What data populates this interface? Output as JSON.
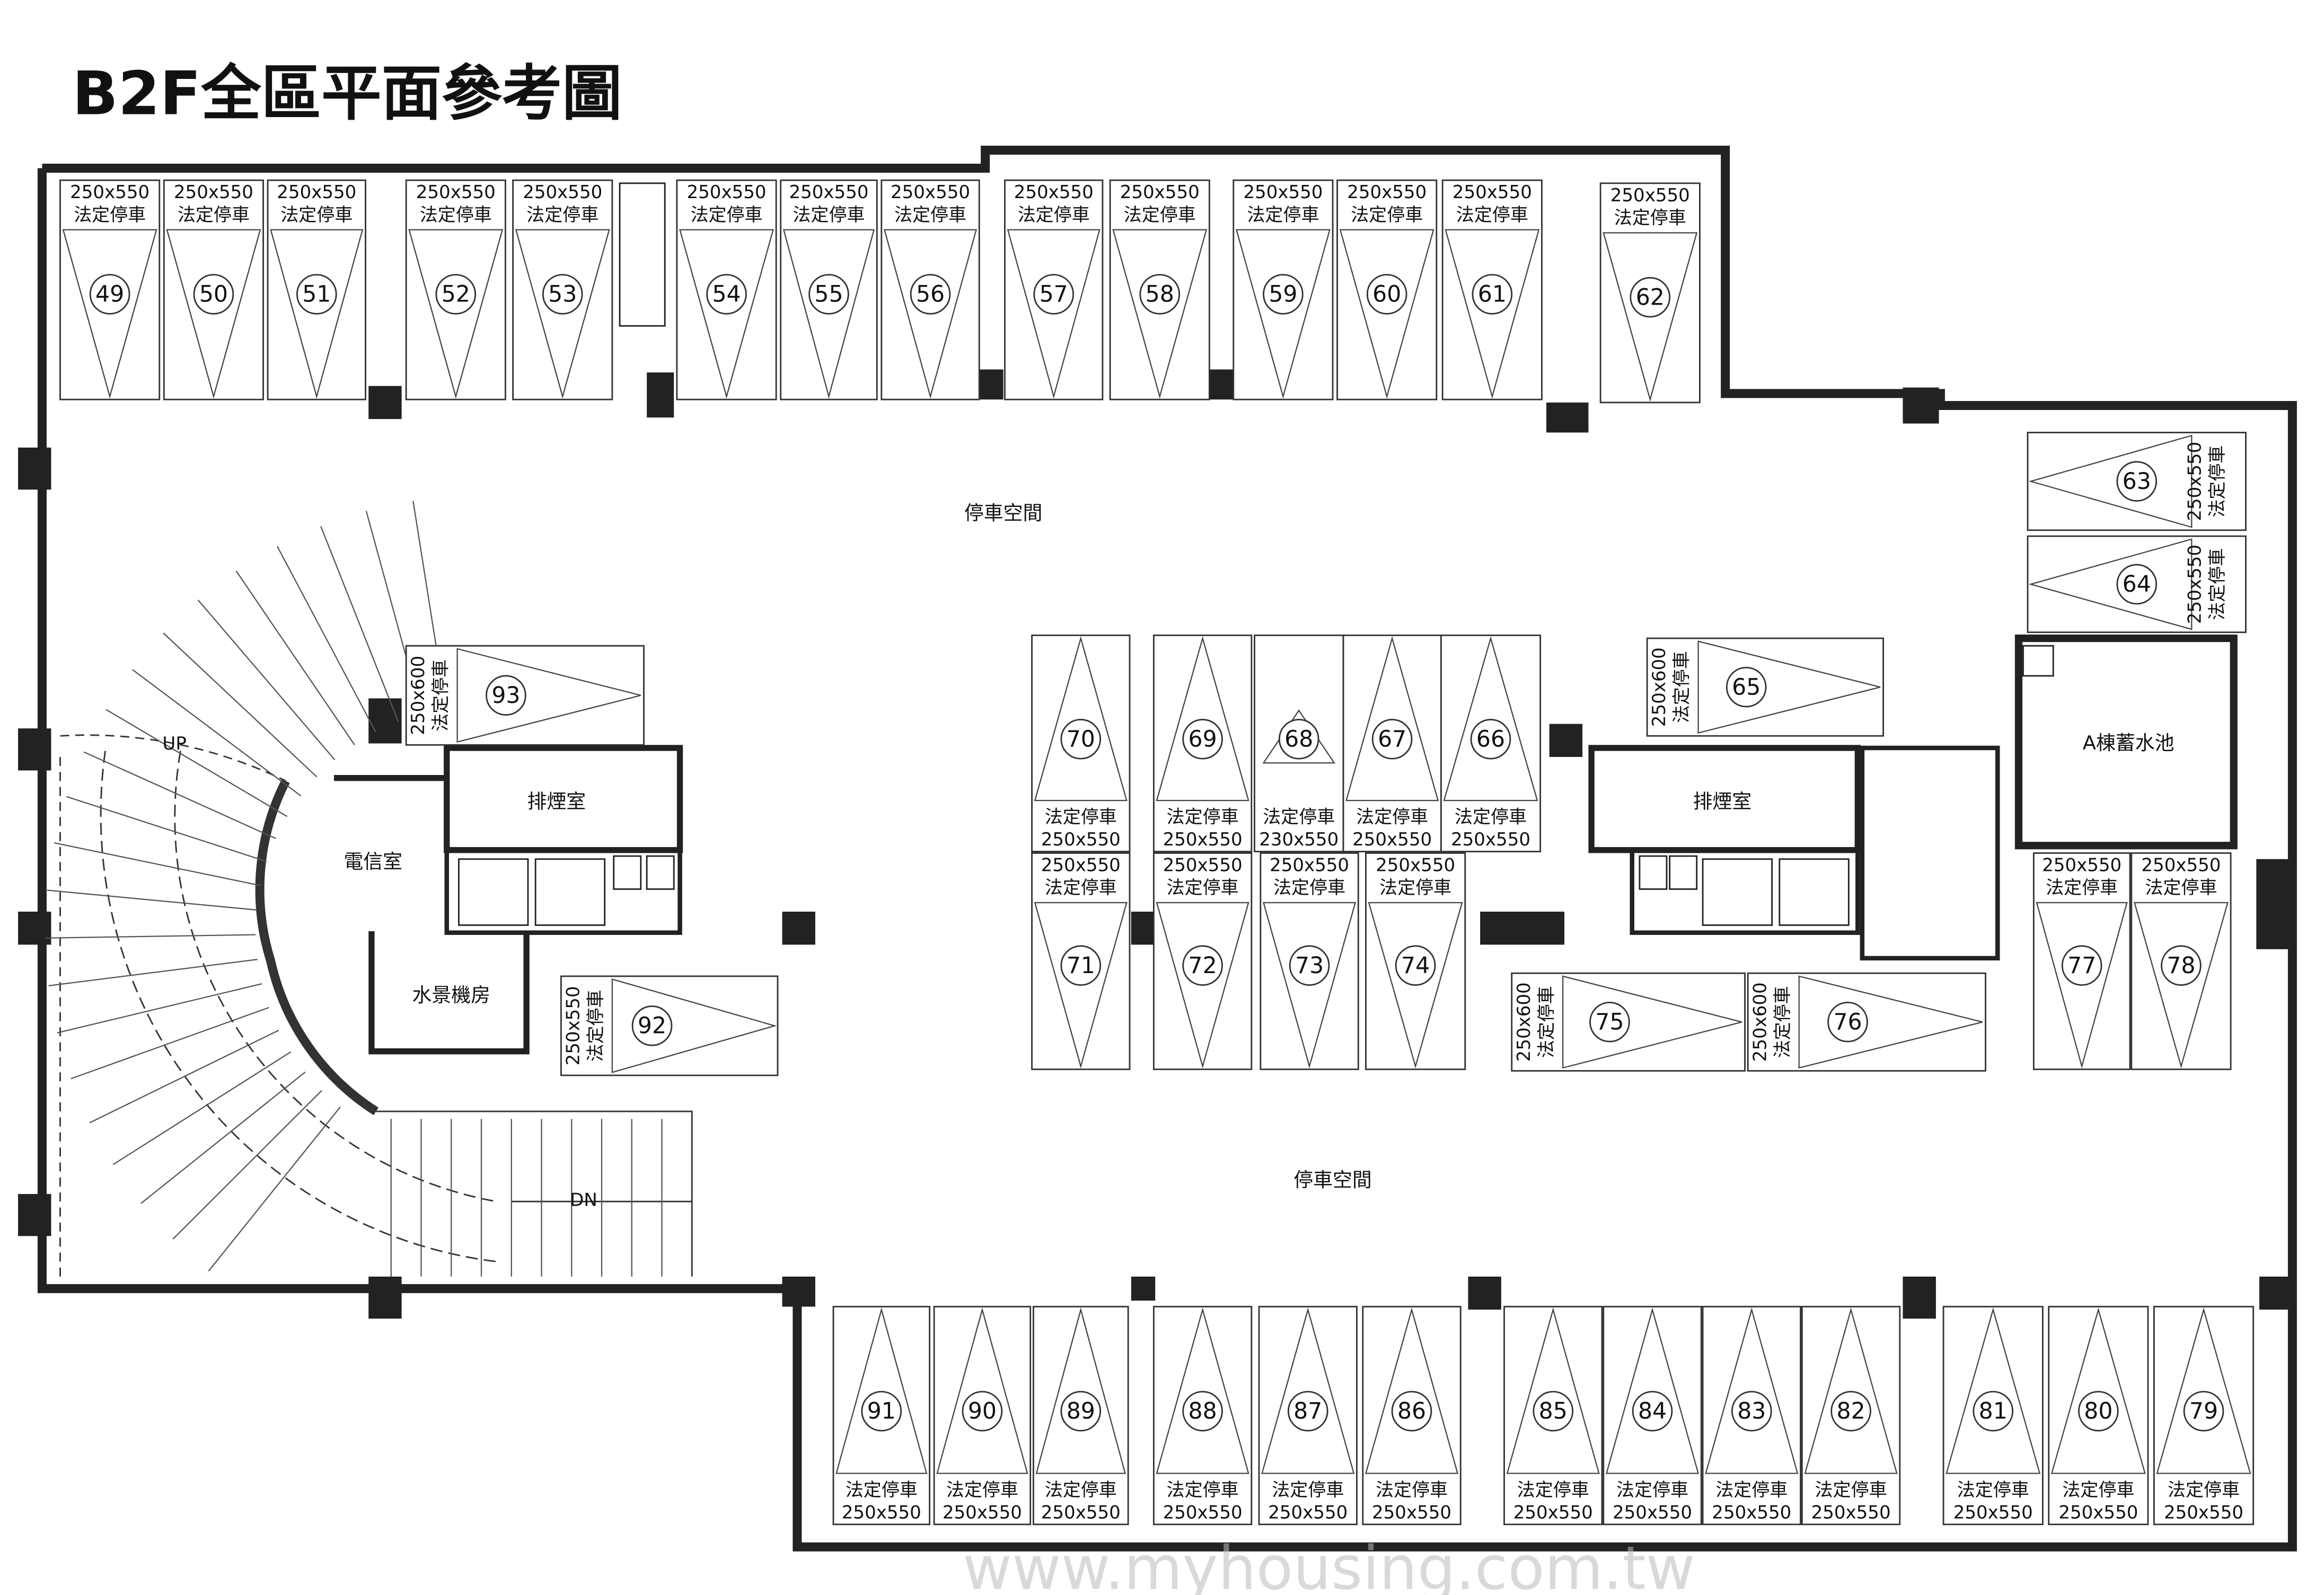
{
  "title": "B2F全區平面參考圖",
  "rooms": {
    "parking_space_top": "停車空間",
    "parking_space_bottom": "停車空間",
    "smoke_room_left": "排煙室",
    "smoke_room_right": "排煙室",
    "telecom_room": "電信室",
    "water_feature_room": "水景機房",
    "water_tank": "A棟蓄水池",
    "ramp_up": "UP",
    "ramp_down": "DN"
  },
  "watermark": "www.myhousing.com.tw",
  "spaces": [
    {
      "no": "49",
      "label": "法定停車",
      "size": "250x550"
    },
    {
      "no": "50",
      "label": "法定停車",
      "size": "250x550"
    },
    {
      "no": "51",
      "label": "法定停車",
      "size": "250x550"
    },
    {
      "no": "52",
      "label": "法定停車",
      "size": "250x550"
    },
    {
      "no": "53",
      "label": "法定停車",
      "size": "250x550"
    },
    {
      "no": "54",
      "label": "法定停車",
      "size": "250x550"
    },
    {
      "no": "55",
      "label": "法定停車",
      "size": "250x550"
    },
    {
      "no": "56",
      "label": "法定停車",
      "size": "250x550"
    },
    {
      "no": "57",
      "label": "法定停車",
      "size": "250x550"
    },
    {
      "no": "58",
      "label": "法定停車",
      "size": "250x550"
    },
    {
      "no": "59",
      "label": "法定停車",
      "size": "250x550"
    },
    {
      "no": "60",
      "label": "法定停車",
      "size": "250x550"
    },
    {
      "no": "61",
      "label": "法定停車",
      "size": "250x550"
    },
    {
      "no": "62",
      "label": "法定停車",
      "size": "250x550"
    },
    {
      "no": "63",
      "label": "法定停車",
      "size": "250x550"
    },
    {
      "no": "64",
      "label": "法定停車",
      "size": "250x550"
    },
    {
      "no": "65",
      "label": "法定停車",
      "size": "250x600"
    },
    {
      "no": "66",
      "label": "法定停車",
      "size": "250x550"
    },
    {
      "no": "67",
      "label": "法定停車",
      "size": "250x550"
    },
    {
      "no": "68",
      "label": "法定停車",
      "size": "230x550"
    },
    {
      "no": "69",
      "label": "法定停車",
      "size": "250x550"
    },
    {
      "no": "70",
      "label": "法定停車",
      "size": "250x550"
    },
    {
      "no": "71",
      "label": "法定停車",
      "size": "250x550"
    },
    {
      "no": "72",
      "label": "法定停車",
      "size": "250x550"
    },
    {
      "no": "73",
      "label": "法定停車",
      "size": "250x550"
    },
    {
      "no": "74",
      "label": "法定停車",
      "size": "250x550"
    },
    {
      "no": "75",
      "label": "法定停車",
      "size": "250x600"
    },
    {
      "no": "76",
      "label": "法定停車",
      "size": "250x600"
    },
    {
      "no": "77",
      "label": "法定停車",
      "size": "250x550"
    },
    {
      "no": "78",
      "label": "法定停車",
      "size": "250x550"
    },
    {
      "no": "79",
      "label": "法定停車",
      "size": "250x550"
    },
    {
      "no": "80",
      "label": "法定停車",
      "size": "250x550"
    },
    {
      "no": "81",
      "label": "法定停車",
      "size": "250x550"
    },
    {
      "no": "82",
      "label": "法定停車",
      "size": "250x550"
    },
    {
      "no": "83",
      "label": "法定停車",
      "size": "250x550"
    },
    {
      "no": "84",
      "label": "法定停車",
      "size": "250x550"
    },
    {
      "no": "85",
      "label": "法定停車",
      "size": "250x550"
    },
    {
      "no": "86",
      "label": "法定停車",
      "size": "250x550"
    },
    {
      "no": "87",
      "label": "法定停車",
      "size": "250x550"
    },
    {
      "no": "88",
      "label": "法定停車",
      "size": "250x550"
    },
    {
      "no": "89",
      "label": "法定停車",
      "size": "250x550"
    },
    {
      "no": "90",
      "label": "法定停車",
      "size": "250x550"
    },
    {
      "no": "91",
      "label": "法定停車",
      "size": "250x550"
    },
    {
      "no": "92",
      "label": "法定停車",
      "size": "250x550"
    },
    {
      "no": "93",
      "label": "法定停車",
      "size": "250x600"
    }
  ]
}
